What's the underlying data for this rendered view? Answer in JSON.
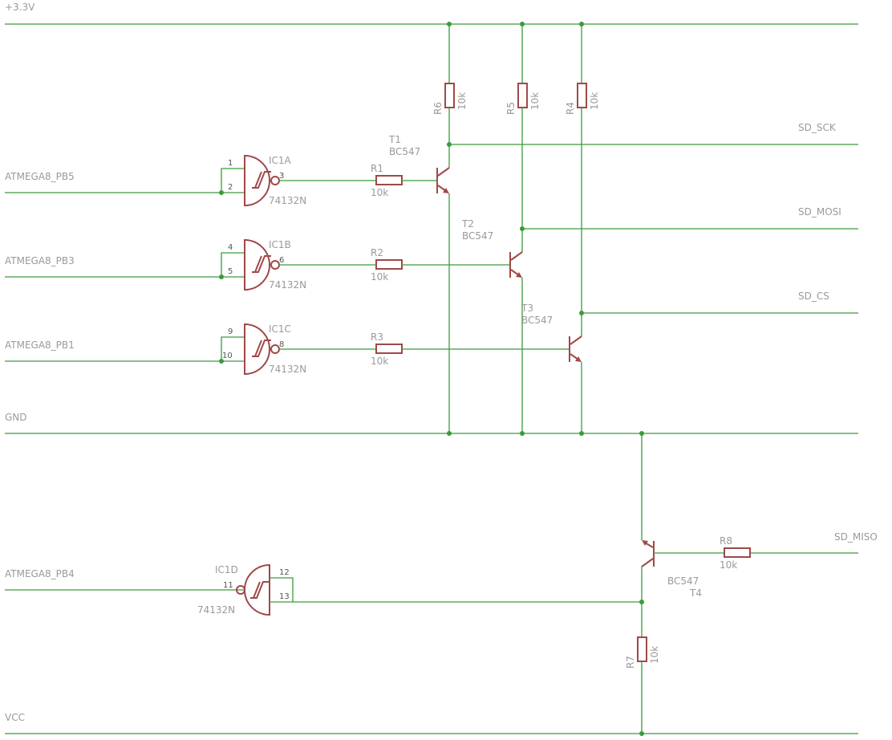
{
  "rails": {
    "supply_3v3": "+3.3V",
    "gnd": "GND",
    "vcc": "VCC"
  },
  "inputs": {
    "pb5": "ATMEGA8_PB5",
    "pb3": "ATMEGA8_PB3",
    "pb1": "ATMEGA8_PB1",
    "pb4": "ATMEGA8_PB4"
  },
  "outputs": {
    "sck": "SD_SCK",
    "mosi": "SD_MOSI",
    "cs": "SD_CS",
    "miso": "SD_MISO"
  },
  "gates": {
    "ic1a": {
      "name": "IC1A",
      "value": "74132N",
      "pin_in1": "1",
      "pin_in2": "2",
      "pin_out": "3"
    },
    "ic1b": {
      "name": "IC1B",
      "value": "74132N",
      "pin_in1": "4",
      "pin_in2": "5",
      "pin_out": "6"
    },
    "ic1c": {
      "name": "IC1C",
      "value": "74132N",
      "pin_in1": "9",
      "pin_in2": "10",
      "pin_out": "8"
    },
    "ic1d": {
      "name": "IC1D",
      "value": "74132N",
      "pin_in1": "12",
      "pin_in2": "13",
      "pin_out": "11"
    }
  },
  "resistors": {
    "r1": {
      "name": "R1",
      "value": "10k"
    },
    "r2": {
      "name": "R2",
      "value": "10k"
    },
    "r3": {
      "name": "R3",
      "value": "10k"
    },
    "r4": {
      "name": "R4",
      "value": "10k"
    },
    "r5": {
      "name": "R5",
      "value": "10k"
    },
    "r6": {
      "name": "R6",
      "value": "10k"
    },
    "r7": {
      "name": "R7",
      "value": "10k"
    },
    "r8": {
      "name": "R8",
      "value": "10k"
    }
  },
  "transistors": {
    "t1": {
      "name": "T1",
      "value": "BC547"
    },
    "t2": {
      "name": "T2",
      "value": "BC547"
    },
    "t3": {
      "name": "T3",
      "value": "BC547"
    },
    "t4": {
      "name": "T4",
      "value": "BC547"
    }
  }
}
